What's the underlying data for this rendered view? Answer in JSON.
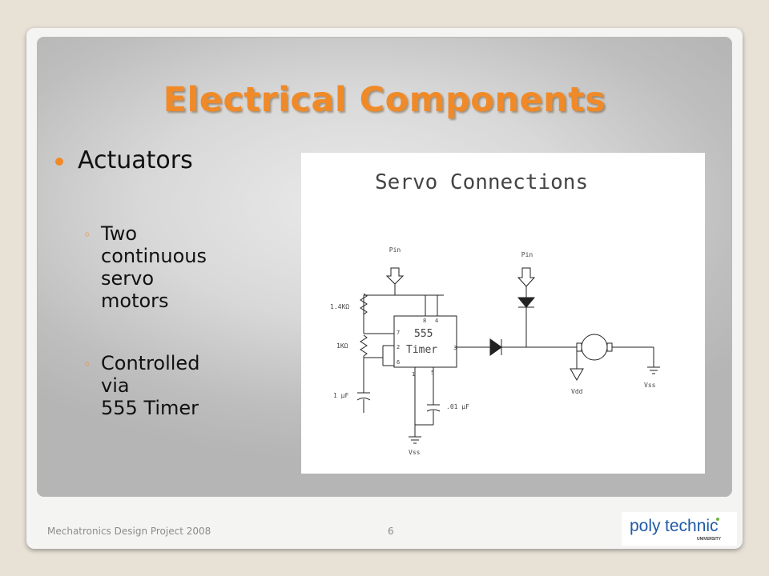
{
  "slide": {
    "title": "Electrical Components",
    "bullet": "Actuators",
    "sub_items": [
      {
        "lines": [
          "Two",
          "continuous",
          "servo motors"
        ]
      },
      {
        "lines": [
          "Controlled via",
          "555 Timer"
        ]
      }
    ],
    "sub_marker": "◦"
  },
  "diagram": {
    "title": "Servo Connections",
    "labels": {
      "pin_left": "Pin",
      "pin_right": "Pin",
      "r1": "1.4KΩ",
      "r2": "1KΩ",
      "c1": "1 µF",
      "c2": ".01 µF",
      "chip_name_1": "555",
      "chip_name_2": "Timer",
      "pin8": "8",
      "pin4": "4",
      "pin7": "7",
      "pin2": "2",
      "pin6": "6",
      "pin3": "3",
      "pin1": "1",
      "pin5": "5",
      "vdd": "Vdd",
      "vss_right": "Vss",
      "vss_bottom": "Vss"
    }
  },
  "footer": {
    "text": "Mechatronics Design Project 2008",
    "page": "6"
  },
  "logo": {
    "word_left": "poly",
    "word_right": "technic",
    "sub": "UNIVERSITY",
    "color_left": "#1f5aa6",
    "color_right": "#1f5aa6",
    "accent": "#6cb33f"
  },
  "colors": {
    "accent": "#f08a28",
    "background": "#e7e1d6"
  }
}
